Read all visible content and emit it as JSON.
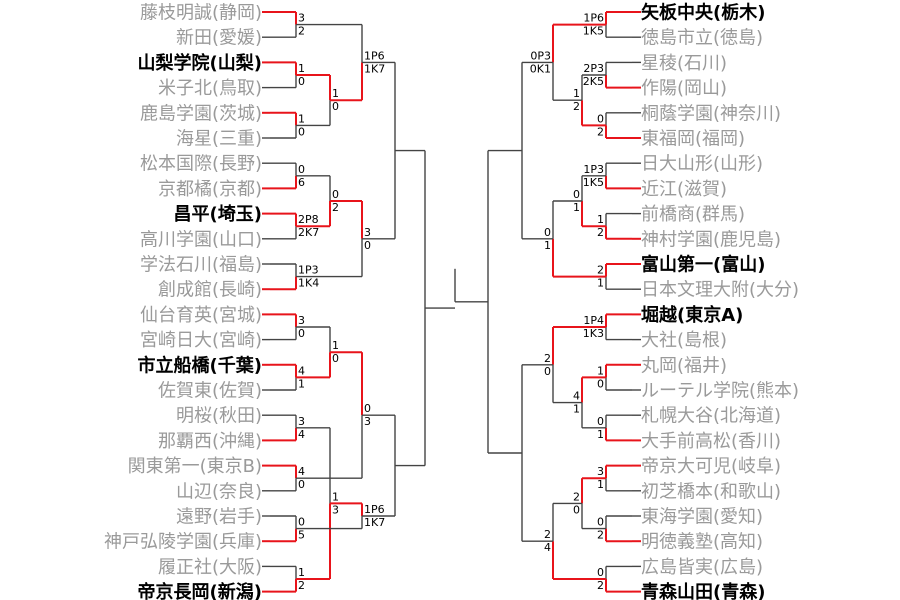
{
  "left_teams": [
    {
      "name": "藤枝明誠(静岡)",
      "bold": false
    },
    {
      "name": "新田(愛媛)",
      "bold": false
    },
    {
      "name": "山梨学院(山梨)",
      "bold": true
    },
    {
      "name": "米子北(鳥取)",
      "bold": false
    },
    {
      "name": "鹿島学園(茨城)",
      "bold": false
    },
    {
      "name": "海星(三重)",
      "bold": false
    },
    {
      "name": "松本国際(長野)",
      "bold": false
    },
    {
      "name": "京都橘(京都)",
      "bold": false
    },
    {
      "name": "昌平(埼玉)",
      "bold": true
    },
    {
      "name": "高川学園(山口)",
      "bold": false
    },
    {
      "name": "学法石川(福島)",
      "bold": false
    },
    {
      "name": "創成館(長崎)",
      "bold": false
    },
    {
      "name": "仙台育英(宮城)",
      "bold": false
    },
    {
      "name": "宮崎日大(宮崎)",
      "bold": false
    },
    {
      "name": "市立船橋(千葉)",
      "bold": true
    },
    {
      "name": "佐賀東(佐賀)",
      "bold": false
    },
    {
      "name": "明桜(秋田)",
      "bold": false
    },
    {
      "name": "那覇西(沖縄)",
      "bold": false
    },
    {
      "name": "関東第一(東京B)",
      "bold": false
    },
    {
      "name": "山辺(奈良)",
      "bold": false
    },
    {
      "name": "遠野(岩手)",
      "bold": false
    },
    {
      "name": "神戸弘陵学園(兵庫)",
      "bold": false
    },
    {
      "name": "履正社(大阪)",
      "bold": false
    },
    {
      "name": "帝京長岡(新潟)",
      "bold": true
    }
  ],
  "right_teams": [
    {
      "name": "矢板中央(栃木)",
      "bold": true
    },
    {
      "name": "徳島市立(徳島)",
      "bold": false
    },
    {
      "name": "星稜(石川)",
      "bold": false
    },
    {
      "name": "作陽(岡山)",
      "bold": false
    },
    {
      "name": "桐蔭学園(神奈川)",
      "bold": false
    },
    {
      "name": "東福岡(福岡)",
      "bold": false
    },
    {
      "name": "日大山形(山形)",
      "bold": false
    },
    {
      "name": "近江(滋賀)",
      "bold": false
    },
    {
      "name": "前橋商(群馬)",
      "bold": false
    },
    {
      "name": "神村学園(鹿児島)",
      "bold": false
    },
    {
      "name": "富山第一(富山)",
      "bold": true
    },
    {
      "name": "日本文理大附(大分)",
      "bold": false
    },
    {
      "name": "堀越(東京A)",
      "bold": true
    },
    {
      "name": "大社(島根)",
      "bold": false
    },
    {
      "name": "丸岡(福井)",
      "bold": false
    },
    {
      "name": "ルーテル学院(熊本)",
      "bold": false
    },
    {
      "name": "札幌大谷(北海道)",
      "bold": false
    },
    {
      "name": "大手前高松(香川)",
      "bold": false
    },
    {
      "name": "帝京大可児(岐阜)",
      "bold": false
    },
    {
      "name": "初芝橋本(和歌山)",
      "bold": false
    },
    {
      "name": "東海学園(愛知)",
      "bold": false
    },
    {
      "name": "明徳義塾(高知)",
      "bold": false
    },
    {
      "name": "広島皆実(広島)",
      "bold": false
    },
    {
      "name": "青森山田(青森)",
      "bold": true
    }
  ],
  "left_matches": [
    {
      "id": "L1",
      "round": 1,
      "top": {
        "team": 0
      },
      "bottom": {
        "team": 1
      },
      "score_top": "3",
      "score_bottom": "2",
      "winner": "top"
    },
    {
      "id": "L2",
      "round": 1,
      "top": {
        "team": 2
      },
      "bottom": {
        "team": 3
      },
      "score_top": "1",
      "score_bottom": "0",
      "winner": "top"
    },
    {
      "id": "L3",
      "round": 1,
      "top": {
        "team": 4
      },
      "bottom": {
        "team": 5
      },
      "score_top": "1",
      "score_bottom": "0",
      "winner": "top"
    },
    {
      "id": "L4",
      "round": 1,
      "top": {
        "team": 6
      },
      "bottom": {
        "team": 7
      },
      "score_top": "0",
      "score_bottom": "6",
      "winner": "bottom"
    },
    {
      "id": "L5",
      "round": 1,
      "top": {
        "team": 8
      },
      "bottom": {
        "team": 9
      },
      "score_top": "2P8",
      "score_bottom": "2K7",
      "winner": "top"
    },
    {
      "id": "L6",
      "round": 1,
      "top": {
        "team": 10
      },
      "bottom": {
        "team": 11
      },
      "score_top": "1P3",
      "score_bottom": "1K4",
      "winner": "bottom"
    },
    {
      "id": "L7",
      "round": 1,
      "top": {
        "team": 12
      },
      "bottom": {
        "team": 13
      },
      "score_top": "3",
      "score_bottom": "0",
      "winner": "top"
    },
    {
      "id": "L8",
      "round": 1,
      "top": {
        "team": 14
      },
      "bottom": {
        "team": 15
      },
      "score_top": "4",
      "score_bottom": "1",
      "winner": "top"
    },
    {
      "id": "L9",
      "round": 1,
      "top": {
        "team": 16
      },
      "bottom": {
        "team": 17
      },
      "score_top": "3",
      "score_bottom": "4",
      "winner": "bottom"
    },
    {
      "id": "L10",
      "round": 1,
      "top": {
        "team": 18
      },
      "bottom": {
        "team": 19
      },
      "score_top": "4",
      "score_bottom": "0",
      "winner": "top"
    },
    {
      "id": "L11",
      "round": 1,
      "top": {
        "team": 20
      },
      "bottom": {
        "team": 21
      },
      "score_top": "0",
      "score_bottom": "5",
      "winner": "bottom"
    },
    {
      "id": "L12",
      "round": 1,
      "top": {
        "team": 22
      },
      "bottom": {
        "team": 23
      },
      "score_top": "1",
      "score_bottom": "2",
      "winner": "bottom"
    },
    {
      "id": "L13",
      "round": 2,
      "top": {
        "match": 1
      },
      "bottom": {
        "match": 2
      },
      "score_top": "1",
      "score_bottom": "0",
      "winner": "top"
    },
    {
      "id": "L14",
      "round": 2,
      "top": {
        "match": 4
      },
      "bottom": {
        "match": 3
      },
      "score_top": "0",
      "score_bottom": "2",
      "winner": "top"
    },
    {
      "id": "L15",
      "round": 2,
      "top": {
        "match": 6
      },
      "bottom": {
        "match": 7
      },
      "score_top": "1",
      "score_bottom": "0",
      "winner": "bottom"
    },
    {
      "id": "L16",
      "round": 2,
      "top": {
        "match": 8
      },
      "bottom": {
        "match": 11
      },
      "score_top": "1",
      "score_bottom": "3",
      "winner": "bottom"
    },
    {
      "id": "L17",
      "round": 3,
      "top": {
        "match": 0
      },
      "bottom": {
        "match": 12
      },
      "score_top": "1P6",
      "score_bottom": "1K7",
      "winner": "bottom"
    },
    {
      "id": "L18",
      "round": 3,
      "top": {
        "match": 13
      },
      "bottom": {
        "match": 5
      },
      "score_top": "3",
      "score_bottom": "0",
      "winner": "top"
    },
    {
      "id": "L19",
      "round": 3,
      "top": {
        "match": 14
      },
      "bottom": {
        "match": 9
      },
      "score_top": "0",
      "score_bottom": "3",
      "winner": "top"
    },
    {
      "id": "L20",
      "round": 3,
      "top": {
        "match": 10
      },
      "bottom": {
        "match": 15
      },
      "score_top": "1P6",
      "score_bottom": "1K7",
      "winner": "bottom"
    }
  ],
  "right_matches": [
    {
      "id": "R1",
      "round": 1,
      "top": {
        "team": 0
      },
      "bottom": {
        "team": 1
      },
      "score_top": "1P6",
      "score_bottom": "1K5",
      "winner": "top"
    },
    {
      "id": "R2",
      "round": 1,
      "top": {
        "team": 2
      },
      "bottom": {
        "team": 3
      },
      "score_top": "2P3",
      "score_bottom": "2K5",
      "winner": "bottom"
    },
    {
      "id": "R3",
      "round": 1,
      "top": {
        "team": 4
      },
      "bottom": {
        "team": 5
      },
      "score_top": "0",
      "score_bottom": "2",
      "winner": "bottom"
    },
    {
      "id": "R4",
      "round": 1,
      "top": {
        "team": 6
      },
      "bottom": {
        "team": 7
      },
      "score_top": "1P3",
      "score_bottom": "1K5",
      "winner": "bottom"
    },
    {
      "id": "R5",
      "round": 1,
      "top": {
        "team": 8
      },
      "bottom": {
        "team": 9
      },
      "score_top": "1",
      "score_bottom": "2",
      "winner": "bottom"
    },
    {
      "id": "R6",
      "round": 1,
      "top": {
        "team": 10
      },
      "bottom": {
        "team": 11
      },
      "score_top": "2",
      "score_bottom": "1",
      "winner": "top"
    },
    {
      "id": "R7",
      "round": 1,
      "top": {
        "team": 12
      },
      "bottom": {
        "team": 13
      },
      "score_top": "1P4",
      "score_bottom": "1K3",
      "winner": "top"
    },
    {
      "id": "R8",
      "round": 1,
      "top": {
        "team": 14
      },
      "bottom": {
        "team": 15
      },
      "score_top": "1",
      "score_bottom": "0",
      "winner": "top"
    },
    {
      "id": "R9",
      "round": 1,
      "top": {
        "team": 16
      },
      "bottom": {
        "team": 17
      },
      "score_top": "0",
      "score_bottom": "1",
      "winner": "bottom"
    },
    {
      "id": "R10",
      "round": 1,
      "top": {
        "team": 18
      },
      "bottom": {
        "team": 19
      },
      "score_top": "3",
      "score_bottom": "1",
      "winner": "top"
    },
    {
      "id": "R11",
      "round": 1,
      "top": {
        "team": 20
      },
      "bottom": {
        "team": 21
      },
      "score_top": "0",
      "score_bottom": "2",
      "winner": "bottom"
    },
    {
      "id": "R12",
      "round": 1,
      "top": {
        "team": 22
      },
      "bottom": {
        "team": 23
      },
      "score_top": "0",
      "score_bottom": "2",
      "winner": "bottom"
    },
    {
      "id": "R13",
      "round": 2,
      "top": {
        "match": 1
      },
      "bottom": {
        "match": 2
      },
      "score_top": "1",
      "score_bottom": "2",
      "winner": "bottom"
    },
    {
      "id": "R14",
      "round": 2,
      "top": {
        "match": 3
      },
      "bottom": {
        "match": 4
      },
      "score_top": "0",
      "score_bottom": "1",
      "winner": "bottom"
    },
    {
      "id": "R15",
      "round": 2,
      "top": {
        "match": 7
      },
      "bottom": {
        "match": 8
      },
      "score_top": "4",
      "score_bottom": "1",
      "winner": "top"
    },
    {
      "id": "R16",
      "round": 2,
      "top": {
        "match": 9
      },
      "bottom": {
        "match": 10
      },
      "score_top": "2",
      "score_bottom": "0",
      "winner": "top"
    },
    {
      "id": "R17",
      "round": 3,
      "top": {
        "match": 0
      },
      "bottom": {
        "match": 12
      },
      "score_top": "0P3",
      "score_bottom": "0K1",
      "winner": "top"
    },
    {
      "id": "R18",
      "round": 3,
      "top": {
        "match": 13
      },
      "bottom": {
        "match": 5
      },
      "score_top": "0",
      "score_bottom": "1",
      "winner": "bottom"
    },
    {
      "id": "R19",
      "round": 3,
      "top": {
        "match": 6
      },
      "bottom": {
        "match": 14
      },
      "score_top": "2",
      "score_bottom": "0",
      "winner": "top"
    },
    {
      "id": "R20",
      "round": 3,
      "top": {
        "match": 15
      },
      "bottom": {
        "match": 11
      },
      "score_top": "2",
      "score_bottom": "4",
      "winner": "bottom"
    }
  ],
  "colors": {
    "winner_line": "#e8141b",
    "bracket_line": "#444444",
    "loser_text": "#9a9a9a",
    "winner_text": "#000000"
  }
}
